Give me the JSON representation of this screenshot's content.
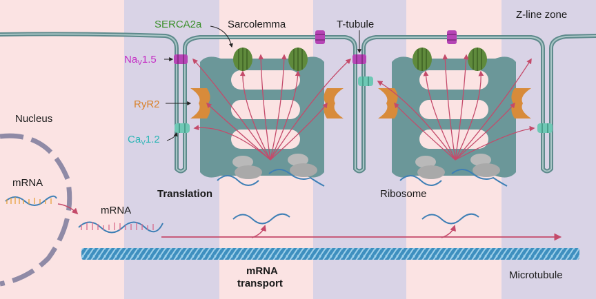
{
  "labels": {
    "serca": "SERCA2a",
    "sarcolemma": "Sarcolemma",
    "t_tubule": "T-tubule",
    "z_line": "Z-line zone",
    "nav_base": "Na",
    "nav_sub": "V",
    "nav_num": "1.5",
    "ryr2": "RyR2",
    "nucleus": "Nucleus",
    "cav_base": "Ca",
    "cav_sub": "V",
    "cav_num": "1.2",
    "mrna_nucleus": "mRNA",
    "mrna_cytoplasm": "mRNA",
    "translation": "Translation",
    "ribosome": "Ribosome",
    "mrna_transport_line1": "mRNA",
    "mrna_transport_line2": "transport",
    "microtubule": "Microtubule"
  },
  "colors": {
    "band_pink": "#fbe3e3",
    "band_lavender": "#d9d3e6",
    "membrane": "#5e8a8c",
    "membrane_light": "#87acad",
    "sr": "#6b9799",
    "serca": "#5f8a3c",
    "nav": "#b544b5",
    "ryr2": "#d88b3a",
    "cav": "#6ec8b5",
    "ribosome": "#b9b9b9",
    "arrow": "#c44a6a",
    "microtubule": "#3e8fbf",
    "nucleus": "#8f8aa6",
    "label_serca": "#3a8f2a",
    "label_nav": "#c42bc4",
    "label_ryr2": "#d9822b",
    "label_cav": "#2bb5b5"
  }
}
